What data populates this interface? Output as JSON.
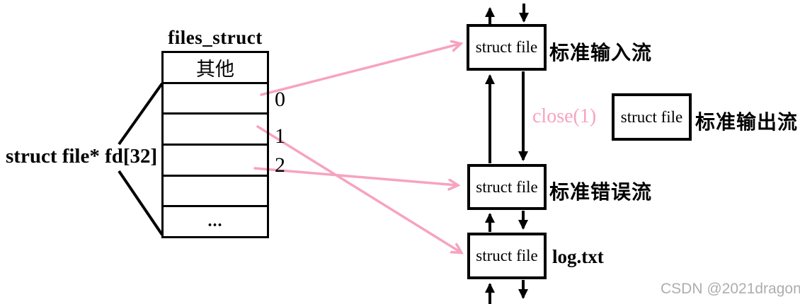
{
  "diagram": {
    "title": "files_struct",
    "left_label": "struct file* fd[32]",
    "table": {
      "rows": [
        "其他",
        "",
        "",
        "",
        "",
        "..."
      ],
      "fd_labels": [
        "0",
        "1",
        "2"
      ]
    },
    "file_boxes": [
      {
        "box_label": "struct file",
        "stream_label": "标准输入流"
      },
      {
        "box_label": "struct file",
        "stream_label": "标准输出流"
      },
      {
        "box_label": "struct file",
        "stream_label": "标准错误流"
      },
      {
        "box_label": "struct file",
        "stream_label": "log.txt"
      }
    ],
    "close_label": "close(1)",
    "connections": [
      {
        "from": "fd 0",
        "to": "标准输入流"
      },
      {
        "from": "fd 1",
        "to": "log.txt"
      },
      {
        "from": "fd 2",
        "to": "标准错误流"
      }
    ],
    "watermark": "CSDN @2021dragon",
    "colors": {
      "arrow_pink": "#F7A3BE",
      "line_black": "#000000",
      "watermark_gray": "#ADADAD"
    }
  }
}
